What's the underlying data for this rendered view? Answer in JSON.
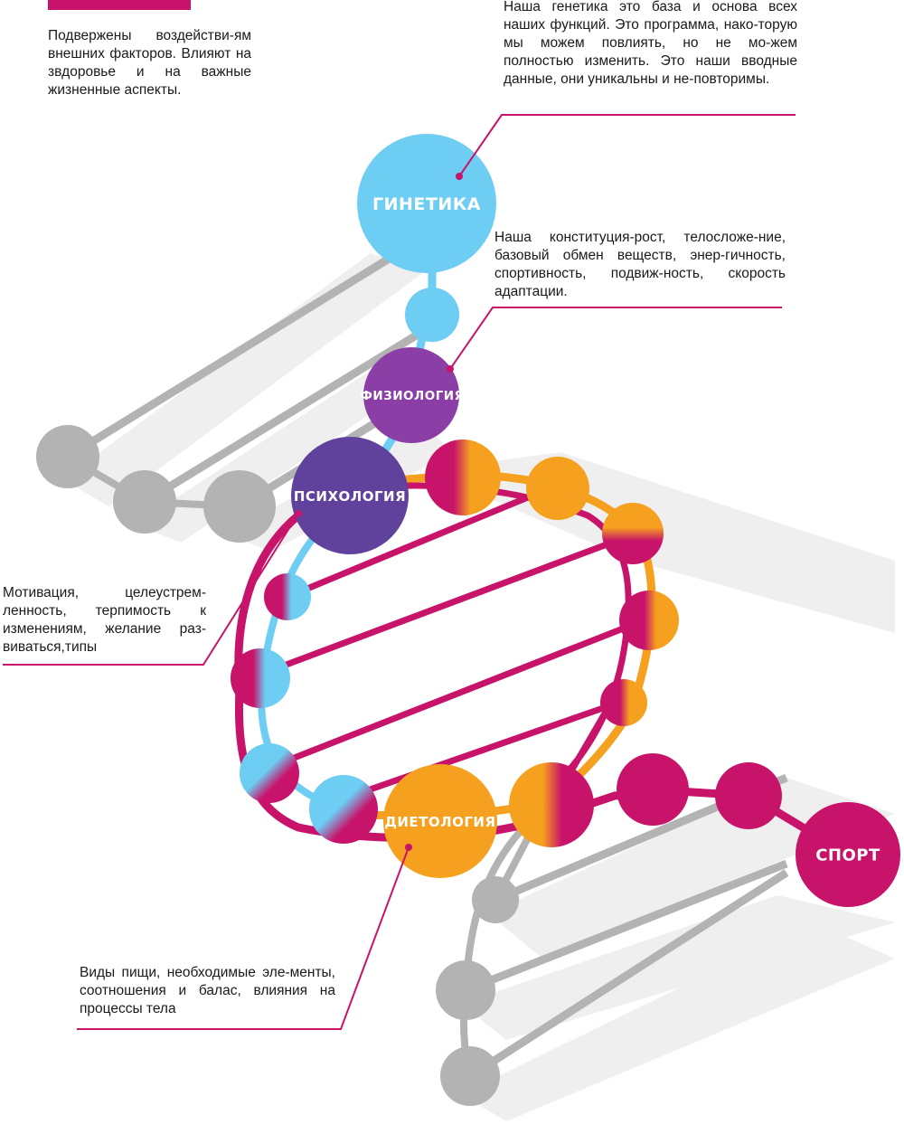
{
  "nodes": {
    "genetics": {
      "label": "ГИНЕТИКА",
      "color": "#6dcdf3"
    },
    "physiology": {
      "label": "ФИЗИОЛОГИЯ",
      "color": "#8b3fa6"
    },
    "psychology": {
      "label": "ПСИХОЛОГИЯ",
      "color": "#60429d"
    },
    "dietology": {
      "label": "ДИЕТОЛОГИЯ",
      "color": "#f5a01e"
    },
    "sport": {
      "label": "СПОРТ",
      "color": "#c8136a"
    }
  },
  "callouts": {
    "external_factors": "Подвержены воздействи-ям внешних факторов. Влияют на звдоровье и на важные жизненные аспекты.",
    "genetics": "Наша генетика это база и основа всех наших функций. Это программа, нако-торую мы можем повлиять, но не мо-жем полностью изменить. Это наши вводные данные, они уникальны и не-повторимы.",
    "physiology": "Наша конституция-рост, телосложе-ние, базовый обмен веществ, энер-гичность, спортивность, подвиж-ность, скорость адаптации.",
    "psychology": "Мотивация, целеустрем-ленность, терпимость к изменениям, желание раз-виваться,типы",
    "dietology": "Виды пищи, необходимые эле-менты, соотношения и балас, влияния на процессы тела"
  },
  "colors": {
    "magenta": "#c8136a",
    "orange": "#f5a01e",
    "blue": "#6dcdf3",
    "purple": "#8b3fa6",
    "violet": "#60429d",
    "gray": "#b3b3b3",
    "shadow": "#eeeeee"
  }
}
